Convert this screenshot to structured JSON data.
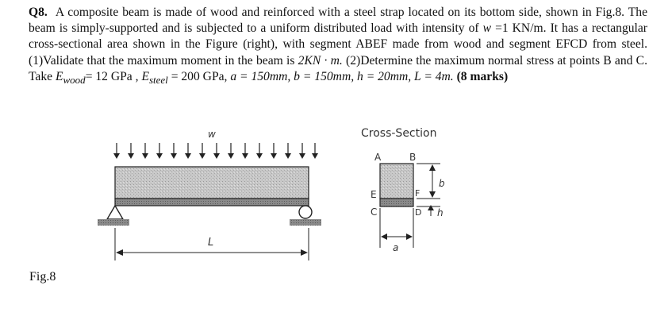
{
  "question": {
    "number": "Q8.",
    "text_1": "A composite beam is made of wood and reinforced with a steel strap located on its bottom side, shown in Fig.8. The beam is simply-supported and is subjected to a uniform distributed load with intensity of ",
    "w_sym": "w",
    "text_2": " =1 KN/m. It has a rectangular cross-sectional area shown in the Figure (right), with segment ABEF made from wood and segment EFCD from steel. (1)Validate that the maximum moment in the beam is ",
    "moment_value": "2KN · m.",
    "text_3": " (2)Determine the maximum normal stress at points B and C. Take ",
    "e_wood": "E",
    "e_wood_sub": "wood",
    "text_4": "= 12 GPa , ",
    "e_steel": "E",
    "e_steel_sub": "steel",
    "text_5": " = 200 GPa, ",
    "params": "a = 150mm, b = 150mm, h = 20mm, L = 4m.",
    "marks": "(8 marks)"
  },
  "figure": {
    "caption": "Fig.8",
    "beam": {
      "load_label": "w",
      "span_label": "L"
    },
    "section": {
      "title": "Cross-Section",
      "label_A": "A",
      "label_B": "B",
      "label_E": "E",
      "label_F": "F",
      "label_C": "C",
      "label_D": "D",
      "label_b": "b",
      "label_h": "h",
      "label_a": "a"
    }
  }
}
